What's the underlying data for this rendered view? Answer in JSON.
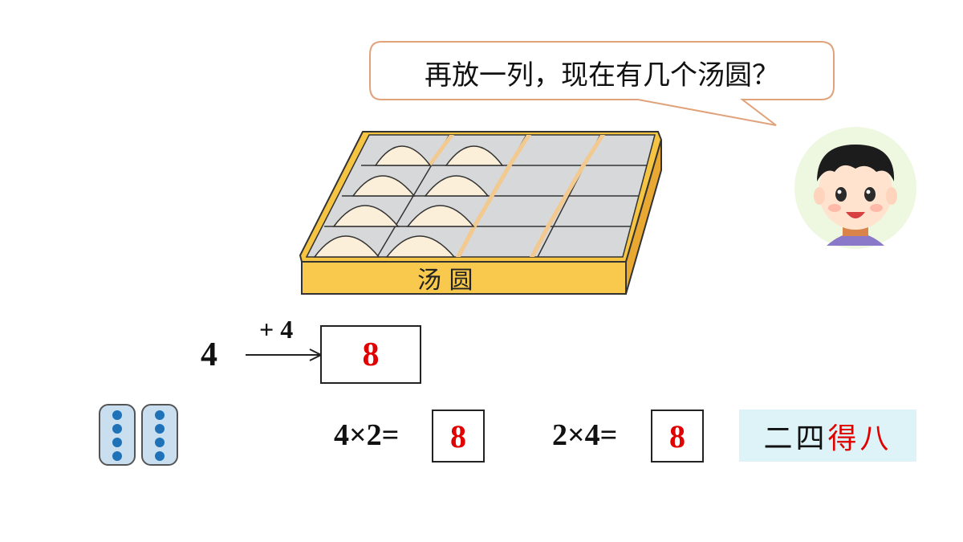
{
  "speech_bubble": {
    "text": "再放一列，现在有几个汤圆？"
  },
  "tray": {
    "label": "汤 圆"
  },
  "addition": {
    "start": "4",
    "step_label": "+ 4",
    "result": "8"
  },
  "equations": [
    {
      "expr": "4×2=",
      "answer": "8"
    },
    {
      "expr": "2×4=",
      "answer": "8"
    }
  ],
  "mnemonic": {
    "part1": "二四",
    "part2": "得八"
  },
  "colors": {
    "answer": "#e00000",
    "mnemonic_bg": "#ddf3f7",
    "tray_gold": "#f6c443",
    "dot_blue": "#1f72b8"
  },
  "icons": [
    "boy-avatar-illustration",
    "dot-cluster-icon"
  ]
}
